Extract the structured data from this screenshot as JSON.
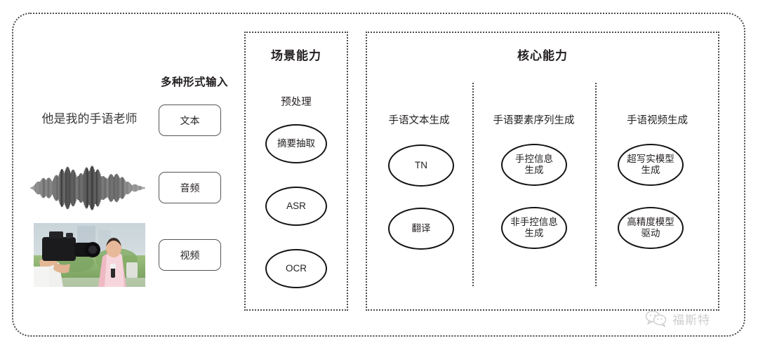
{
  "frame": {
    "style": "dotted-rounded"
  },
  "input_section": {
    "heading": "多种形式输入",
    "sentence": "他是我的手语老师",
    "modalities": [
      {
        "key": "text",
        "label": "文本",
        "icon": "text-sentence"
      },
      {
        "key": "audio",
        "label": "音频",
        "icon": "audio-waveform-icon"
      },
      {
        "key": "video",
        "label": "视频",
        "icon": "video-thumbnail"
      }
    ]
  },
  "scene_section": {
    "title": "场景能力",
    "group_label": "预处理",
    "nodes": [
      "摘要抽取",
      "ASR",
      "OCR"
    ]
  },
  "core_section": {
    "title": "核心能力",
    "columns": [
      {
        "label": "手语文本生成",
        "nodes": [
          "TN",
          "翻译"
        ]
      },
      {
        "label": "手语要素序列生成",
        "nodes": [
          "手控信息\n生成",
          "非手控信息\n生成"
        ]
      },
      {
        "label": "手语视频生成",
        "nodes": [
          "超写实模型\n生成",
          "高精度模型\n驱动"
        ]
      }
    ]
  },
  "watermark": {
    "text": "福斯特",
    "icon": "wechat-bubbles-icon"
  },
  "colors": {
    "ink": "#231f20",
    "line": "#141414",
    "dotted": "#4a4a4a",
    "watermark": "#8b8b8b",
    "background": "#ffffff"
  }
}
